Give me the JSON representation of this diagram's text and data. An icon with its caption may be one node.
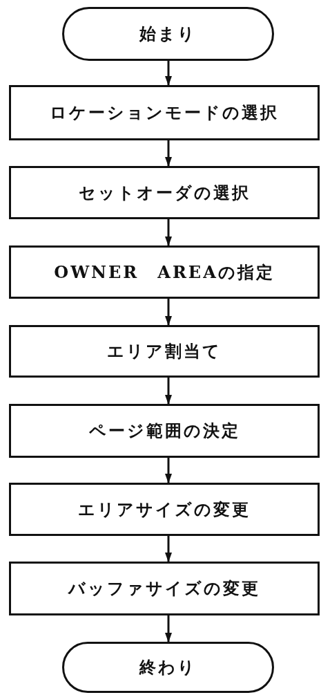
{
  "diagram": {
    "nodes": [
      {
        "text": [
          "始まり"
        ]
      },
      {
        "text": [
          "ロケーションモードの選択"
        ]
      },
      {
        "text": [
          "セットオーダの選択"
        ]
      },
      {
        "text": [
          "OWNER　AREAの指定"
        ]
      },
      {
        "text": [
          "エリア割当て"
        ]
      },
      {
        "text": [
          "ページ範囲の決定"
        ]
      },
      {
        "text": [
          "エリアサイズの変更"
        ]
      },
      {
        "text": [
          "バッファサイズの変更"
        ]
      },
      {
        "text": [
          "終わり"
        ]
      }
    ],
    "edges": [
      {
        "from": 0,
        "to": 1,
        "arrow": "to"
      },
      {
        "from": 1,
        "to": 2,
        "arrow": "to"
      },
      {
        "from": 2,
        "to": 3,
        "arrow": "to"
      },
      {
        "from": 3,
        "to": 4,
        "arrow": "to"
      },
      {
        "from": 4,
        "to": 5,
        "arrow": "to"
      },
      {
        "from": 5,
        "to": 6,
        "arrow": "to"
      },
      {
        "from": 6,
        "to": 7,
        "arrow": "to"
      },
      {
        "from": 7,
        "to": 8,
        "arrow": "to"
      }
    ]
  }
}
